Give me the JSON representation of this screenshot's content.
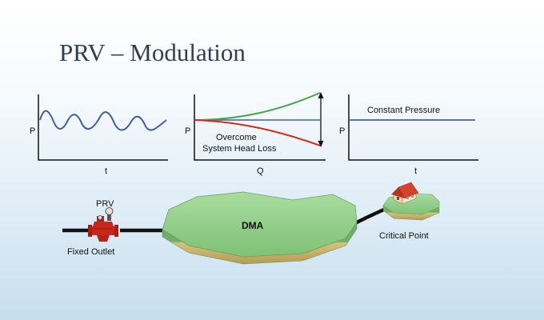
{
  "slide": {
    "title": "PRV – Modulation"
  },
  "graphs": [
    {
      "y_label": "P",
      "x_label": "t"
    },
    {
      "y_label": "P",
      "x_label": "Q",
      "annotation_line1": "Overcome",
      "annotation_line2": "System Head Loss"
    },
    {
      "y_label": "P",
      "x_label": "t",
      "annotation": "Constant Pressure"
    }
  ],
  "network": {
    "prv_label": "PRV",
    "outlet_label": "Fixed Outlet",
    "zone_label": "DMA",
    "critical_label": "Critical Point"
  },
  "colors": {
    "title": "#2f3f56",
    "pressure_blue": "#3f5fa8",
    "rise_green": "#4aa447",
    "drop_red": "#d42a1e",
    "zone_green": "#8ecf86",
    "zone_side": "#c9b567",
    "valve_red": "#c8281c"
  }
}
